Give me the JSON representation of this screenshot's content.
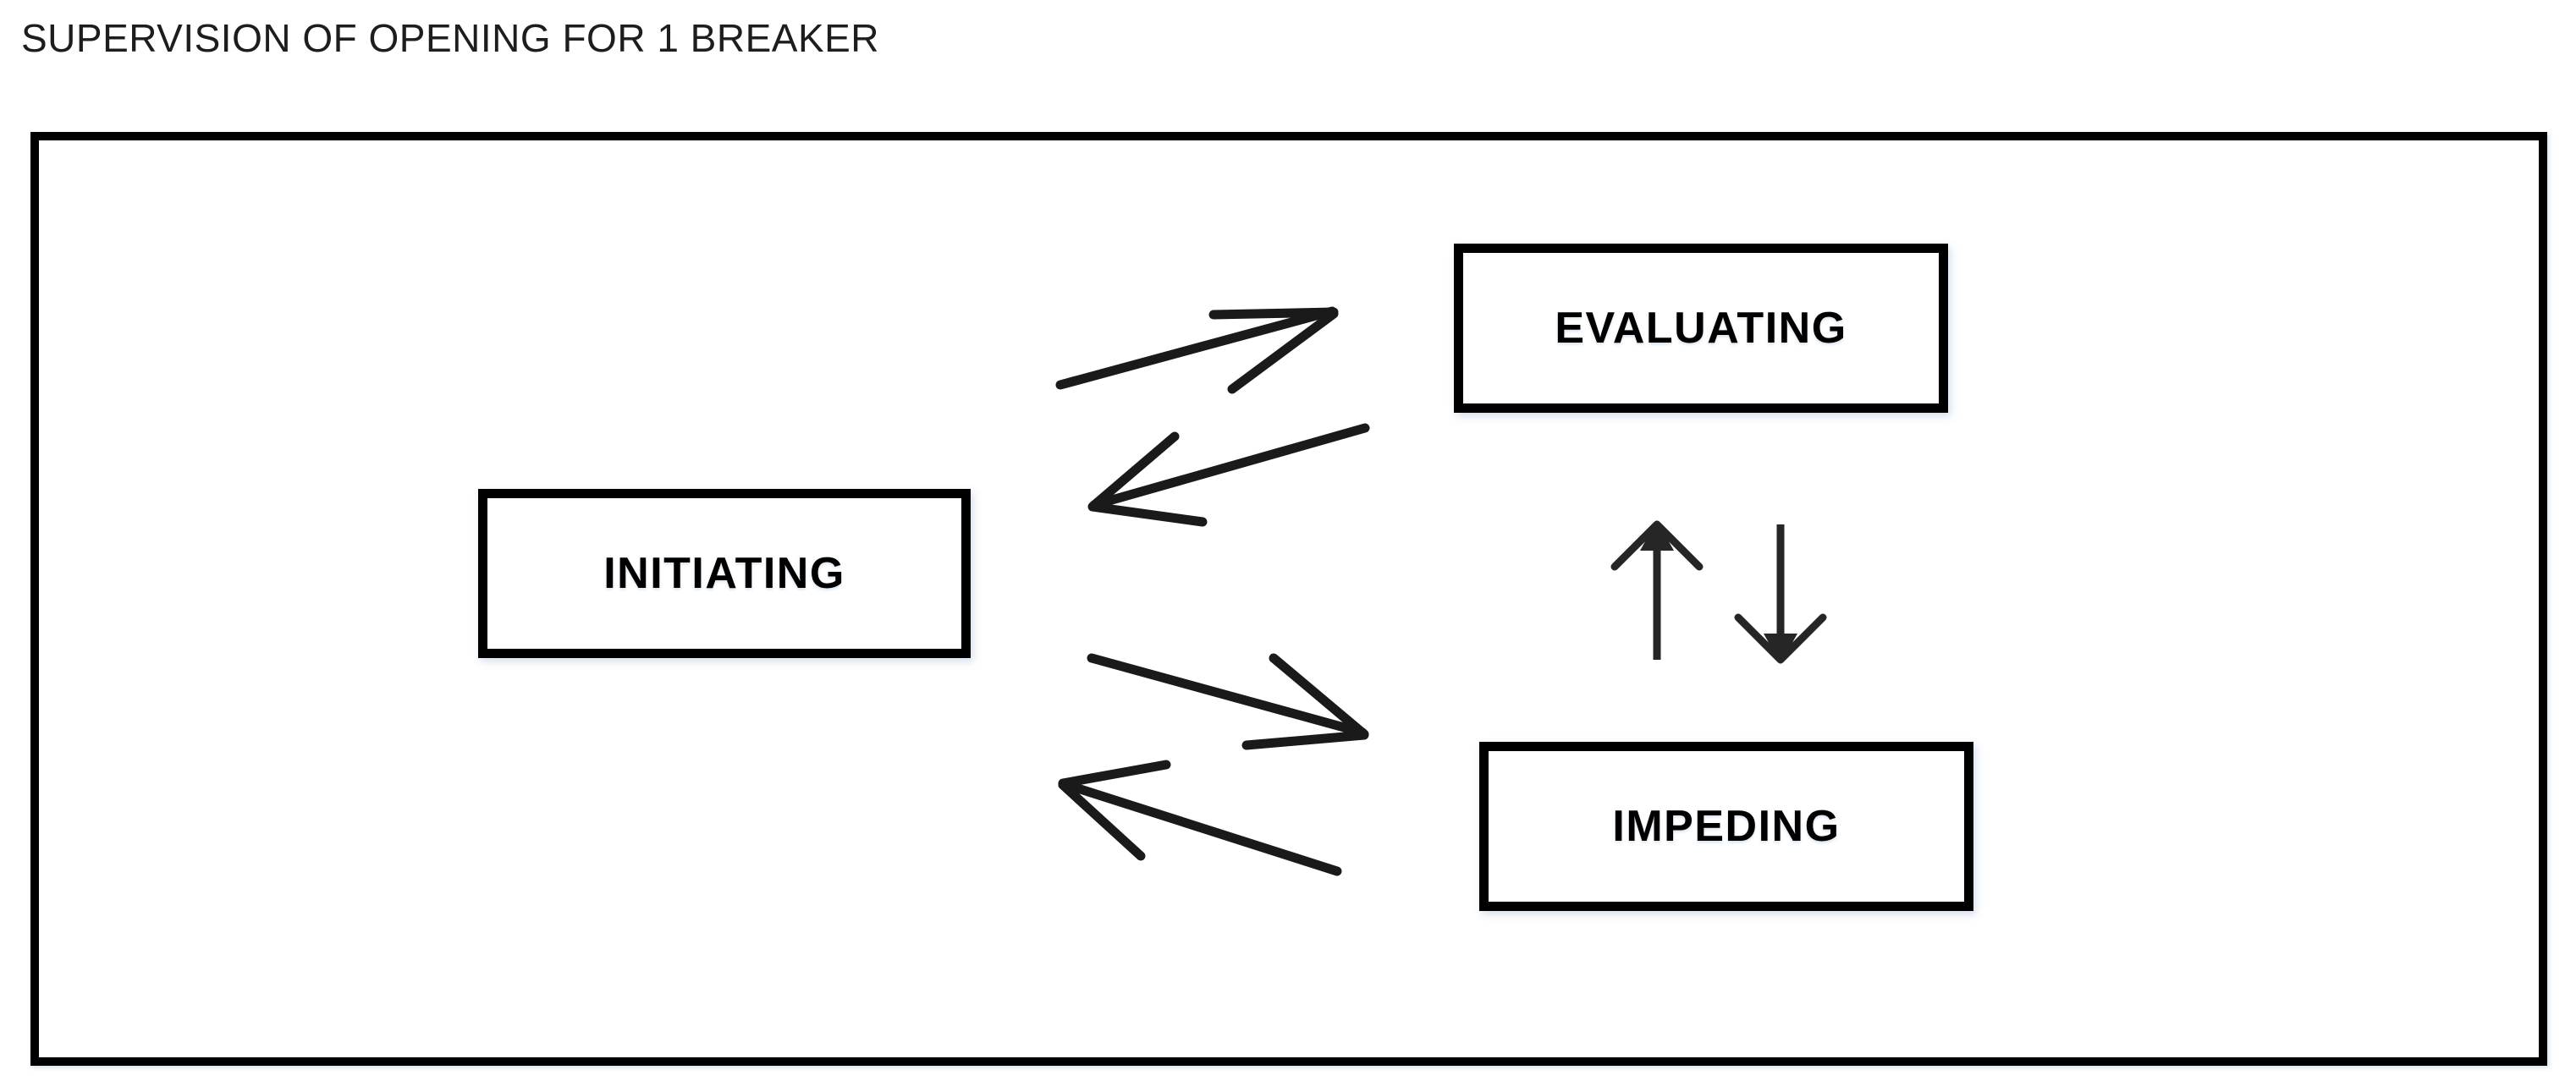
{
  "page": {
    "title": "SUPERVISION OF OPENING FOR 1 BREAKER",
    "background_color": "#ffffff",
    "title_color": "#1d1d1f"
  },
  "frame": {
    "name": "diagram-frame",
    "border_color": "#000000",
    "fill_color": "#ffffff"
  },
  "states": [
    {
      "id": "initiating",
      "label": "INITIATING",
      "border_color": "#000000",
      "fill_color": "#ffffff",
      "text_color": "#000000"
    },
    {
      "id": "evaluating",
      "label": "EVALUATING",
      "border_color": "#000000",
      "fill_color": "#ffffff",
      "text_color": "#000000"
    },
    {
      "id": "impeding",
      "label": "IMPEDING",
      "border_color": "#000000",
      "fill_color": "#ffffff",
      "text_color": "#000000"
    }
  ],
  "transitions": [
    {
      "id": "initiating-to-evaluating",
      "from": "INITIATING",
      "to": "EVALUATING",
      "style": "hand-drawn",
      "direction": "up-right",
      "color": "#1a1a1a"
    },
    {
      "id": "evaluating-to-initiating",
      "from": "EVALUATING",
      "to": "INITIATING",
      "style": "hand-drawn",
      "direction": "down-left",
      "color": "#1a1a1a"
    },
    {
      "id": "initiating-to-impeding",
      "from": "INITIATING",
      "to": "IMPEDING",
      "style": "hand-drawn",
      "direction": "down-right",
      "color": "#1a1a1a"
    },
    {
      "id": "impeding-to-initiating",
      "from": "IMPEDING",
      "to": "INITIATING",
      "style": "hand-drawn",
      "direction": "up-left",
      "color": "#1a1a1a"
    },
    {
      "id": "impeding-to-evaluating",
      "from": "IMPEDING",
      "to": "EVALUATING",
      "style": "straight",
      "direction": "up",
      "color": "#262626"
    },
    {
      "id": "evaluating-to-impeding",
      "from": "EVALUATING",
      "to": "IMPEDING",
      "style": "straight",
      "direction": "down",
      "color": "#262626"
    }
  ]
}
